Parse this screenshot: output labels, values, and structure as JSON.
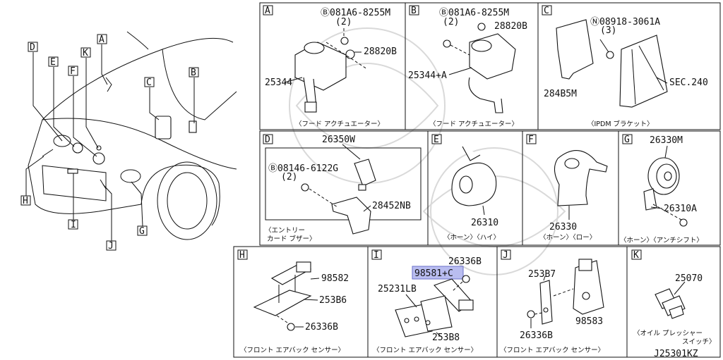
{
  "car_overview": {
    "callouts": [
      "A",
      "B",
      "C",
      "D",
      "E",
      "F",
      "K",
      "H",
      "I",
      "J",
      "G"
    ]
  },
  "panels": {
    "A": {
      "letter": "A",
      "caption": "〈フード アクチュエーター〉",
      "parts": [
        "Ⓑ081A6-8255M",
        "(2)",
        "28820B",
        "25344"
      ]
    },
    "B": {
      "letter": "B",
      "caption": "〈フード アクチュエーター〉",
      "parts": [
        "Ⓑ081A6-8255M",
        "(2)",
        "28820B",
        "25344+A"
      ]
    },
    "C": {
      "letter": "C",
      "caption": "〈IPDM ブラケット〉",
      "parts": [
        "Ⓝ08918-3061A",
        "(3)",
        "284B5M",
        "SEC.240"
      ]
    },
    "D": {
      "letter": "D",
      "caption_line1": "〈エントリー",
      "caption_line2": "カード ブザー〉",
      "parts": [
        "26350W",
        "Ⓑ08146-6122G",
        "(2)",
        "28452NB"
      ]
    },
    "E": {
      "letter": "E",
      "caption": "〈ホーン〉〈ハイ〉",
      "parts": [
        "26310"
      ]
    },
    "F": {
      "letter": "F",
      "caption": "〈ホーン〉〈ロー〉",
      "parts": [
        "26330"
      ]
    },
    "G": {
      "letter": "G",
      "caption": "〈ホーン〉〈アンチシフト〉",
      "parts": [
        "26330M",
        "26310A"
      ]
    },
    "H": {
      "letter": "H",
      "caption": "〈フロント エアバック センサー〉",
      "parts": [
        "98582",
        "253B6",
        "26336B"
      ]
    },
    "I": {
      "letter": "I",
      "caption": "〈フロント エアバック センサー〉",
      "parts": [
        "26336B",
        "98581+C",
        "25231LB",
        "253B8"
      ]
    },
    "J": {
      "letter": "J",
      "caption": "〈フロント エアバック センサー〉",
      "parts": [
        "253B7",
        "26336B",
        "98583"
      ]
    },
    "K": {
      "letter": "K",
      "caption_line1": "〈オイル プレッシャー",
      "caption_line2": "スイッチ〉",
      "parts": [
        "25070"
      ]
    }
  },
  "highlight_part": "98581+C",
  "highlight_color": "#b9bdf0",
  "diagram_code": "J25301KZ"
}
